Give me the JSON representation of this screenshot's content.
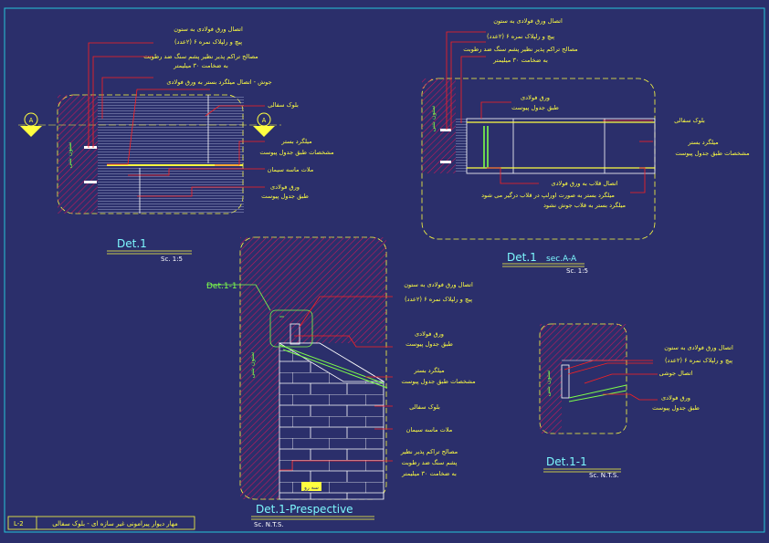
{
  "colors": {
    "background": "#2b2f6b",
    "frame": "#26c6da",
    "leader": "#ff2020",
    "text": "#ffff40",
    "title": "#7df9ff"
  },
  "det1": {
    "title": "Det.1",
    "scale": "Sc. 1:5",
    "section_mark": "A",
    "column_label": "ستون بتنی",
    "labels": [
      "اتصال ورق فولادی به ستون",
      "پیچ و رلپلاک نمره ۶ (۲عدد)",
      "مصالح تراکم پذیر نظیر پشم سنگ ضد رطوبت",
      "به ضخامت ۳۰ میلیمتر",
      "جوش - اتصال میلگرد بستر به ورق فولادی",
      "بلوک سفالی",
      "میلگرد بستر",
      "مشخصات طبق جدول پیوست",
      "ملات ماسه سیمان",
      "ورق فولادی",
      "طبق جدول پیوست"
    ]
  },
  "det1_sec": {
    "title": "Det.1",
    "subtitle": "sec.A-A",
    "scale": "Sc. 1:5",
    "column_label": "ستون بتنی",
    "labels": [
      "اتصال ورق فولادی به ستون",
      "پیچ و رلپلاک نمره ۶ (۲عدد)",
      "مصالح تراکم پذیر نظیر پشم سنگ ضد رطوبت",
      "به ضخامت ۳۰ میلیمتر",
      "ورق فولادی",
      "طبق جدول پیوست",
      "بلوک سفالی",
      "میلگرد بستر",
      "مشخصات طبق جدول پیوست",
      "اتصال قلاب به ورق فولادی",
      "میلگرد بستر به صورت اورلپ در قلاب درگیر می شود",
      "میلگرد بستر به قلاب جوش نشود"
    ]
  },
  "det1_persp": {
    "title": "Det.1-Prespective",
    "scale": "Sc. N.T.S.",
    "callout": "Det.1-1",
    "column_label": "ستون بتنی",
    "tag": "سه رو",
    "labels": [
      "اتصال ورق فولادی به ستون",
      "پیچ و رلپلاک نمره ۶ (۲عدد)",
      "ورق فولادی",
      "طبق جدول پیوست",
      "میلگرد بستر",
      "مشخصات طبق جدول پیوست",
      "بلوک سفالی",
      "ملات ماسه سیمان",
      "مصالح تراکم پذیر نظیر",
      "پشم سنگ ضد رطوبت",
      "به ضخامت ۳۰ میلیمتر"
    ]
  },
  "det1_1": {
    "title": "Det.1-1",
    "scale": "Sc. N.T.S.",
    "column_label": "ستون بتنی",
    "labels": [
      "اتصال ورق فولادی به ستون",
      "پیچ و رلپلاک نمره ۶ (۲عدد)",
      "اتصال جوشی",
      "ورق فولادی",
      "طبق جدول پیوست"
    ]
  },
  "title_block": {
    "code": "L-2",
    "text": "مهار دیوار پیرامونی غیر سازه ای - بلوک سفالی"
  }
}
